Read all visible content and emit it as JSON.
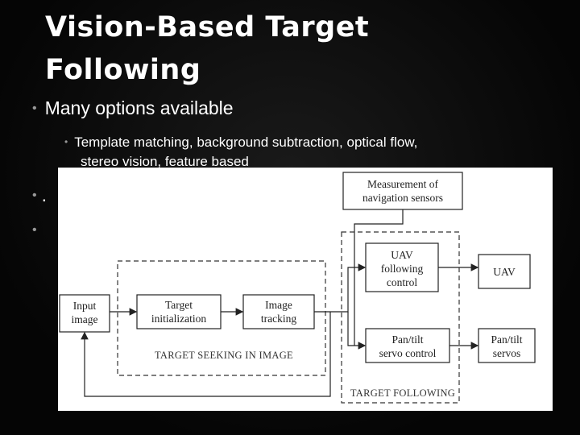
{
  "slide": {
    "title_line1": "Vision-Based Target",
    "title_line2": "Following",
    "bullets": [
      {
        "text": "Many options available"
      },
      {
        "text": "Template matching, background subtraction, optical flow,",
        "text2": "stereo vision, feature based"
      },
      {
        "text": "."
      },
      {
        "text": ""
      }
    ]
  },
  "diagram": {
    "blocks": {
      "measurement": [
        "Measurement of",
        "navigation sensors"
      ],
      "input": [
        "Input",
        "image"
      ],
      "target_init": [
        "Target",
        "initialization"
      ],
      "image_tracking": [
        "Image",
        "tracking"
      ],
      "uav_following": [
        "UAV",
        "following",
        "control"
      ],
      "uav": [
        "UAV"
      ],
      "pantilt_control": [
        "Pan/tilt",
        "servo control"
      ],
      "pantilt_servos": [
        "Pan/tilt",
        "servos"
      ]
    },
    "captions": {
      "seeking": "TARGET SEEKING IN IMAGE",
      "following": "TARGET FOLLOWING"
    }
  },
  "colors": {
    "background": "#000000",
    "title": "#ffffff",
    "bullet_marker": "#999999",
    "figure_bg": "#ffffff"
  }
}
